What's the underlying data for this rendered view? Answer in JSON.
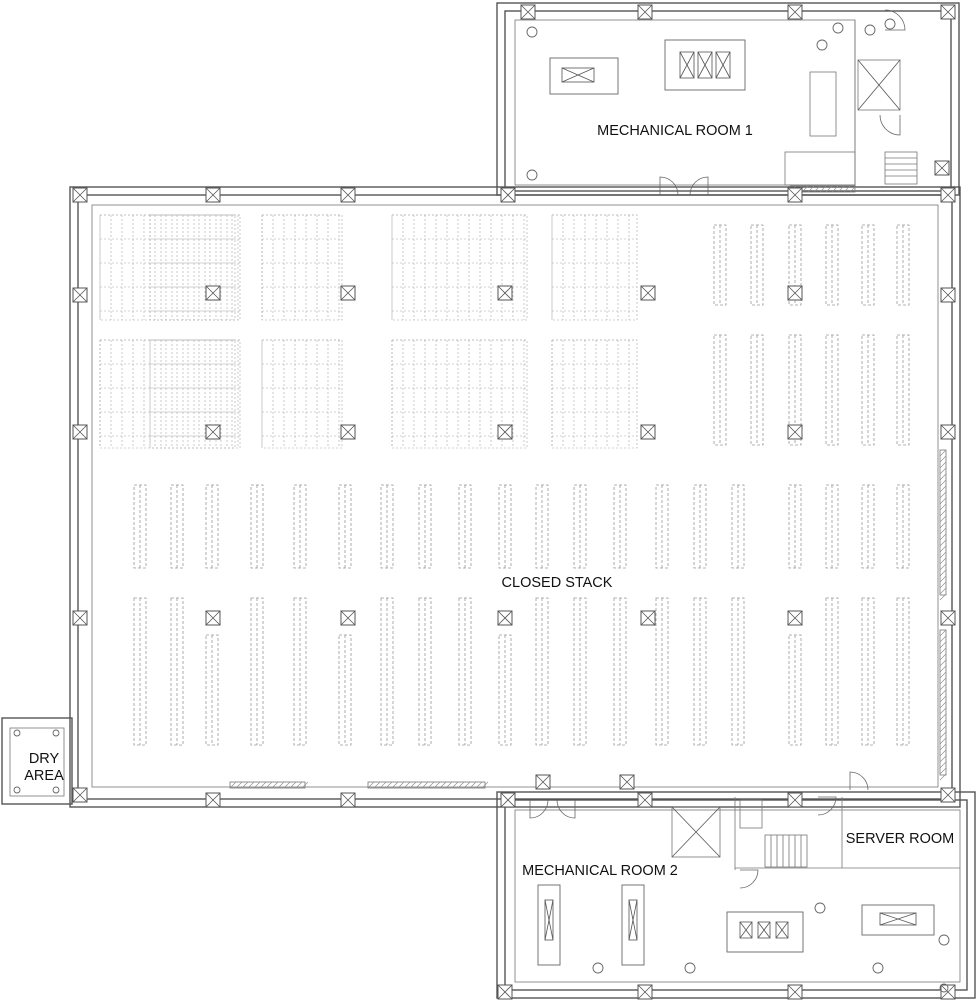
{
  "plan": {
    "rooms": {
      "mechanical_room_1": "MECHANICAL ROOM 1",
      "closed_stack": "CLOSED STACK",
      "dry_area_line1": "DRY",
      "dry_area_line2": "AREA",
      "mechanical_room_2": "MECHANICAL ROOM 2",
      "server_room": "SERVER ROOM"
    },
    "colors": {
      "wall": "#555555",
      "shelving": "#9a9a9a",
      "text": "#111111",
      "background": "#ffffff"
    },
    "icons": [
      "column-icon",
      "door-swing-icon",
      "stair-icon",
      "elevator-icon",
      "equipment-icon"
    ]
  }
}
